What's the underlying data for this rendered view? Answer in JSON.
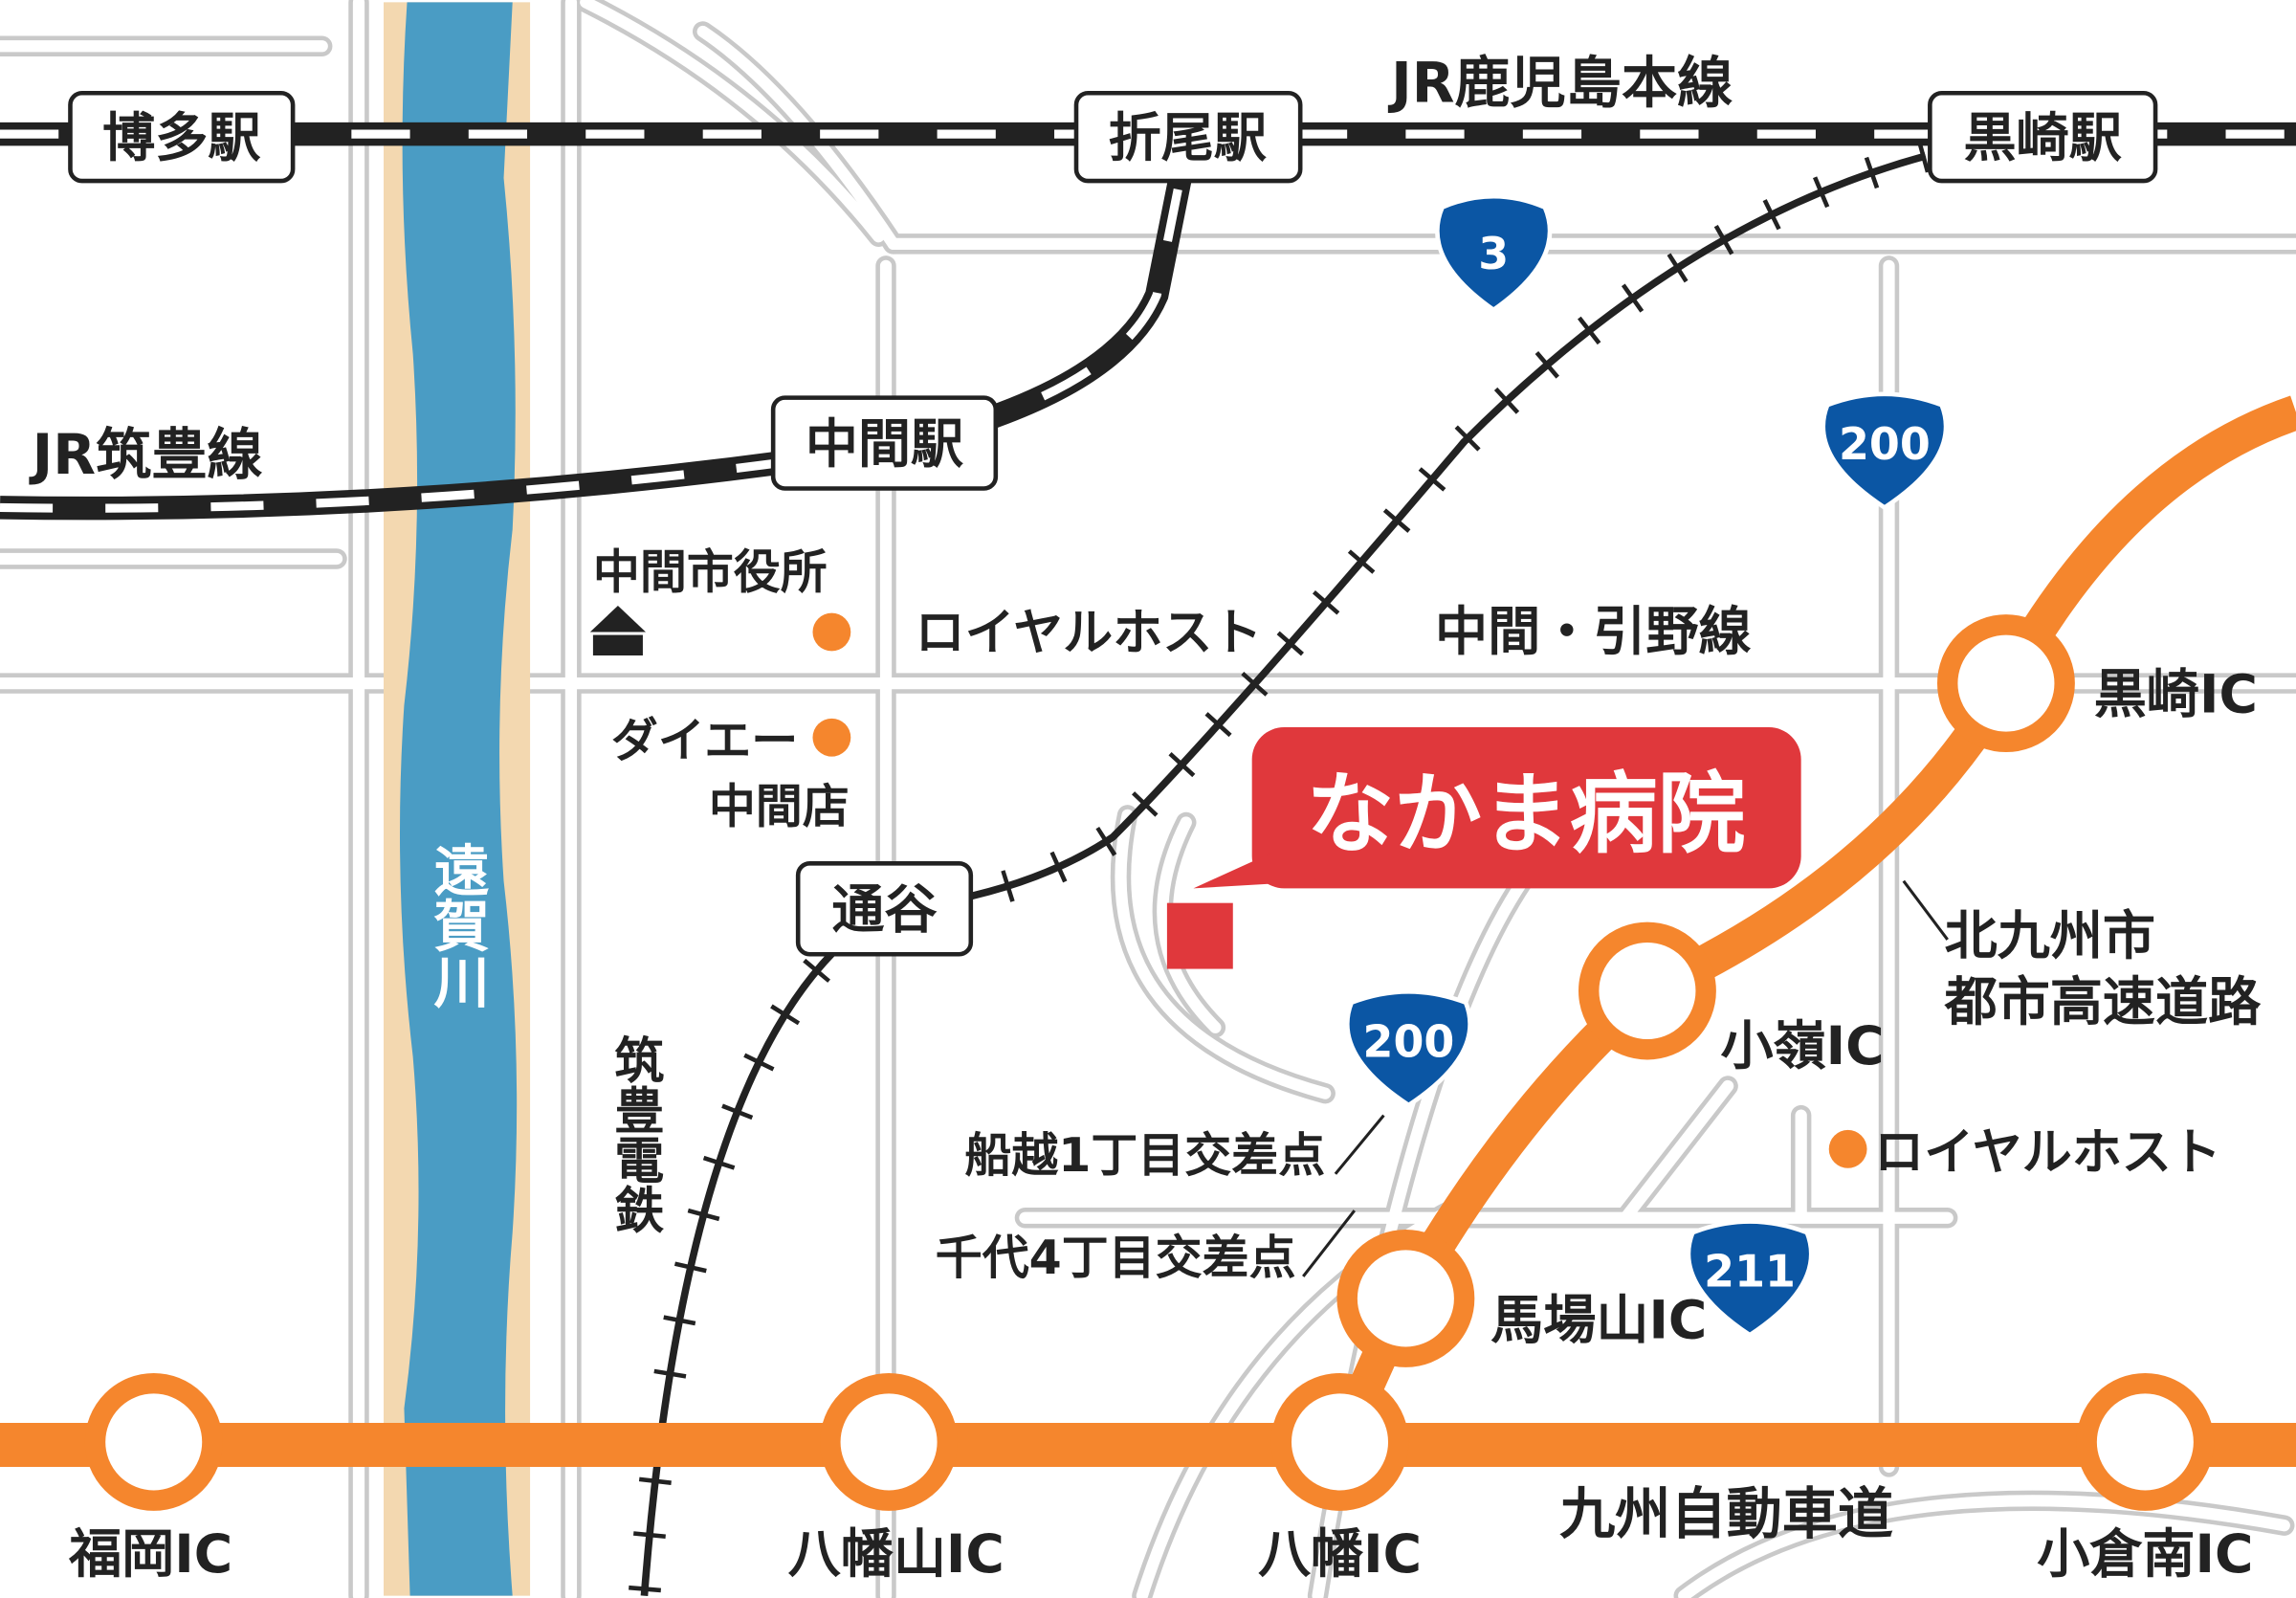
{
  "colors": {
    "expressway": "#f5862d",
    "hospital": "#e0383c",
    "river": "#4a9cc4",
    "riverbank": "#f3d8b0",
    "shield": "#0b56a4",
    "road": "#c9c9c9",
    "rail": "#222222"
  },
  "rail_lines": {
    "kagoshima": "JR鹿児島本線",
    "chikuho": "JR筑豊線",
    "chikutetsu": "筑豊電鉄"
  },
  "stations": {
    "hakata": "博多駅",
    "orio": "折尾駅",
    "kurosaki": "黒崎駅",
    "nakama": "中間駅",
    "toriya": "通谷"
  },
  "river": "遠賀川",
  "hospital": {
    "name": "なかま病院"
  },
  "places": {
    "city_hall": "中間市役所",
    "royal_host_1": "ロイヤルホスト",
    "daiei_1": "ダイエー",
    "daiei_2": "中間店",
    "royal_host_2": "ロイヤルホスト"
  },
  "roads": {
    "nakama_hikino": "中間・引野線",
    "urban_expwy_1": "北九州市",
    "urban_expwy_2": "都市高速道路",
    "kyushu_expwy": "九州自動車道"
  },
  "intersections": {
    "funakoshi": "船越1丁目交差点",
    "chiyo": "千代4丁目交差点"
  },
  "interchanges": {
    "fukuoka": "福岡IC",
    "yahatayama": "八幡山IC",
    "yahata": "八幡IC",
    "kokuraminami": "小倉南IC",
    "babayama": "馬場山IC",
    "komine": "小嶺IC",
    "kurosaki": "黒崎IC"
  },
  "route_shields": {
    "r3": "3",
    "r200a": "200",
    "r200b": "200",
    "r211": "211"
  }
}
